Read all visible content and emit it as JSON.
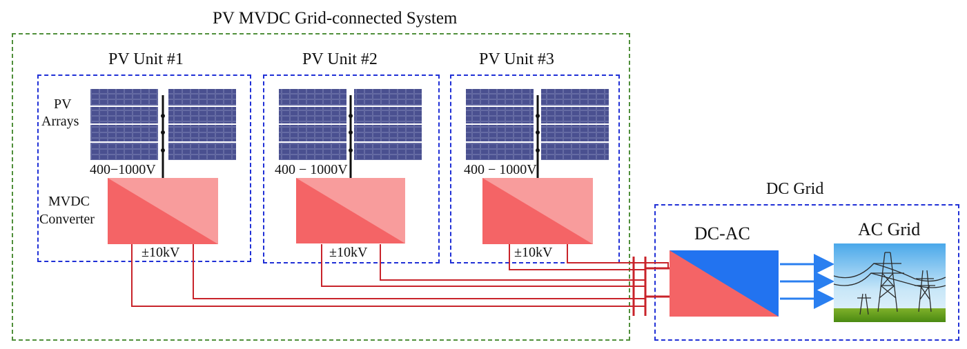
{
  "system": {
    "title": "PV MVDC Grid-connected System",
    "units": [
      {
        "label": "PV Unit #1",
        "array_voltage": "400−1000V",
        "output_voltage": "±10kV"
      },
      {
        "label": "PV Unit #2",
        "array_voltage": "400 − 1000V",
        "output_voltage": "±10kV"
      },
      {
        "label": "PV Unit #3",
        "array_voltage": "400 − 1000V",
        "output_voltage": "±10kV"
      }
    ],
    "pv_arrays_label_line1": "PV",
    "pv_arrays_label_line2": "Arrays",
    "converter_label_line1": "MVDC",
    "converter_label_line2": "Converter"
  },
  "dc_grid": {
    "title": "DC Grid",
    "inverter_label": "DC-AC",
    "ac_grid_label": "AC Grid"
  },
  "colors": {
    "converter_dark": "#f46466",
    "converter_light": "#f89c9c",
    "inverter_red": "#f46466",
    "inverter_blue": "#2273f0",
    "bus_line": "#c8232a",
    "arrow": "#2a7ff0",
    "panel": "#3a3f7a",
    "box_green": "#4f8f3a",
    "box_blue": "#1f2fd6"
  }
}
